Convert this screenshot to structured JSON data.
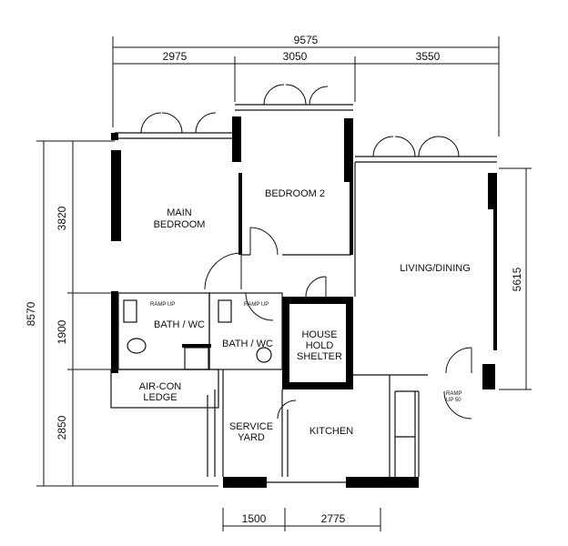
{
  "dimensions": {
    "top_total": "9575",
    "top_segments": [
      "2975",
      "3050",
      "3550"
    ],
    "left_total": "8570",
    "left_segments": [
      "3820",
      "1900",
      "2850"
    ],
    "right": "5615",
    "bottom_segments": [
      "1500",
      "2775"
    ]
  },
  "rooms": {
    "main_bedroom": [
      "MAIN",
      "BEDROOM"
    ],
    "bedroom2": "BEDROOM 2",
    "living_dining": "LIVING/DINING",
    "bath1": "BATH / WC",
    "bath2": "BATH / WC",
    "household_shelter": [
      "HOUSE",
      "HOLD",
      "SHELTER"
    ],
    "aircon_ledge": [
      "AIR-CON",
      "LEDGE"
    ],
    "service_yard": [
      "SERVICE",
      "YARD"
    ],
    "kitchen": "KITCHEN"
  },
  "notes": {
    "ramp_up_1": "RAMP UP",
    "ramp_up_2": "RAMP UP",
    "ramp_up_50": [
      "RAMP",
      "UP 50"
    ]
  }
}
